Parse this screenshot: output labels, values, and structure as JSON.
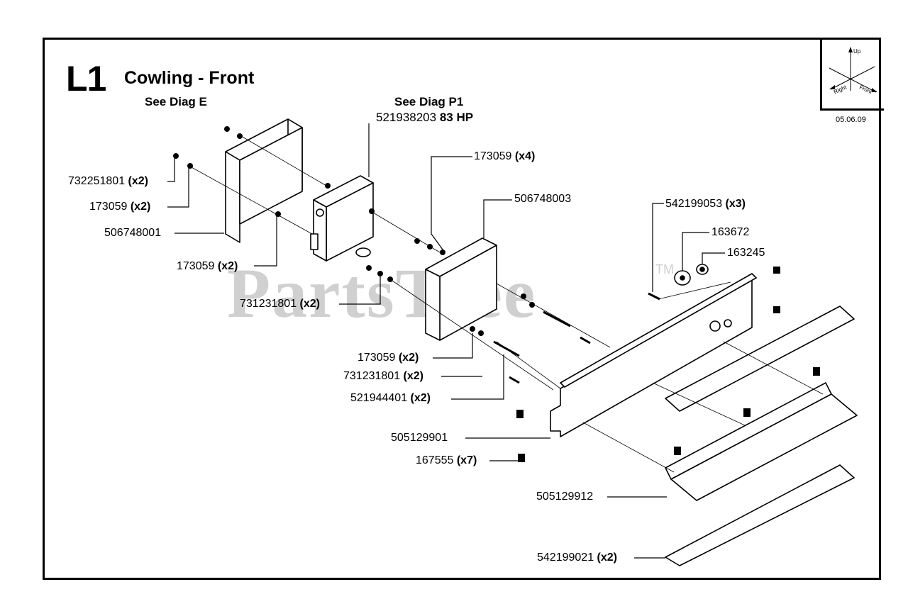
{
  "header": {
    "sheet_id": "L1",
    "title": "Cowling - Front",
    "date": "05.06.09"
  },
  "refs": {
    "diag_e": "See Diag E",
    "diag_p1": "See Diag P1",
    "engine_part": "521938203",
    "engine_hp": "83 HP"
  },
  "watermark": {
    "text": "PartsTree",
    "tm": "TM"
  },
  "orientation": {
    "up": "Up",
    "right": "Right",
    "front": "Front"
  },
  "callouts": {
    "c1": {
      "part": "732251801",
      "qty": "(x2)"
    },
    "c2": {
      "part": "173059",
      "qty": "(x2)"
    },
    "c3": {
      "part": "506748001",
      "qty": ""
    },
    "c4": {
      "part": "173059",
      "qty": "(x2)"
    },
    "c5": {
      "part": "731231801",
      "qty": "(x2)"
    },
    "c6": {
      "part": "173059",
      "qty": "(x4)"
    },
    "c7": {
      "part": "506748003",
      "qty": ""
    },
    "c8": {
      "part": "542199053",
      "qty": "(x3)"
    },
    "c9": {
      "part": "163672",
      "qty": ""
    },
    "c10": {
      "part": "163245",
      "qty": ""
    },
    "c11": {
      "part": "173059",
      "qty": "(x2)"
    },
    "c12": {
      "part": "731231801",
      "qty": "(x2)"
    },
    "c13": {
      "part": "521944401",
      "qty": "(x2)"
    },
    "c14": {
      "part": "505129901",
      "qty": ""
    },
    "c15": {
      "part": "167555",
      "qty": "(x7)"
    },
    "c16": {
      "part": "505129912",
      "qty": ""
    },
    "c17": {
      "part": "542199021",
      "qty": "(x2)"
    }
  }
}
